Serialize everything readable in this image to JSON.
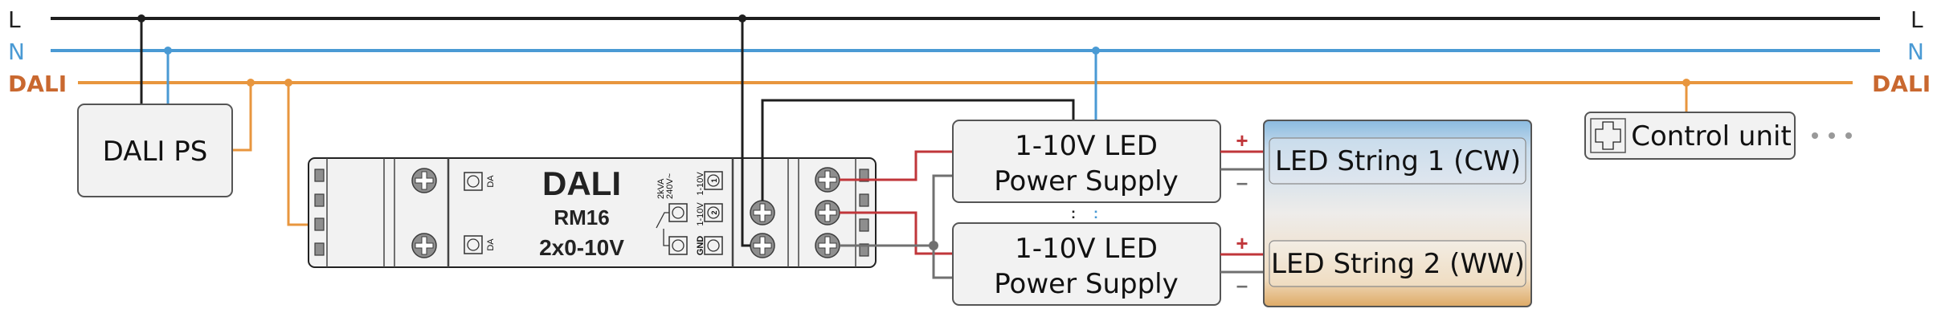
{
  "bus": {
    "L": {
      "label": "L",
      "color": "#1e1e1e"
    },
    "N": {
      "label": "N",
      "color": "#4a9ad4"
    },
    "DALI": {
      "label": "DALI",
      "color": "#e8963e",
      "label_color": "#c9682f"
    }
  },
  "dali_ps": {
    "label": "DALI PS"
  },
  "module": {
    "brand": "DALI",
    "model": "RM16",
    "variant": "2x0-10V",
    "terminal_da": "DA",
    "rating_line1": "2kVA",
    "rating_line2": "240V~",
    "out1_label": "1-10V",
    "out1_num": "1",
    "out2_label": "1-10V",
    "out2_num": "2",
    "gnd_label": "GND"
  },
  "psu": [
    {
      "line1": "1-10V LED",
      "line2": "Power Supply"
    },
    {
      "line1": "1-10V LED",
      "line2": "Power Supply"
    }
  ],
  "polarity": {
    "plus": "+",
    "minus": "–"
  },
  "led_strings": [
    {
      "label": "LED String 1 (CW)"
    },
    {
      "label": "LED String 2 (WW)"
    }
  ],
  "control_unit": {
    "label": "Control unit",
    "icon": "cross-icon"
  },
  "ellipsis": "• • •",
  "colors": {
    "positive_wire": "#c0363a",
    "negative_wire": "#707070",
    "box_fill": "#f2f2f2",
    "cw_top": "#8bbbe0",
    "ww_bottom": "#deaa66"
  }
}
